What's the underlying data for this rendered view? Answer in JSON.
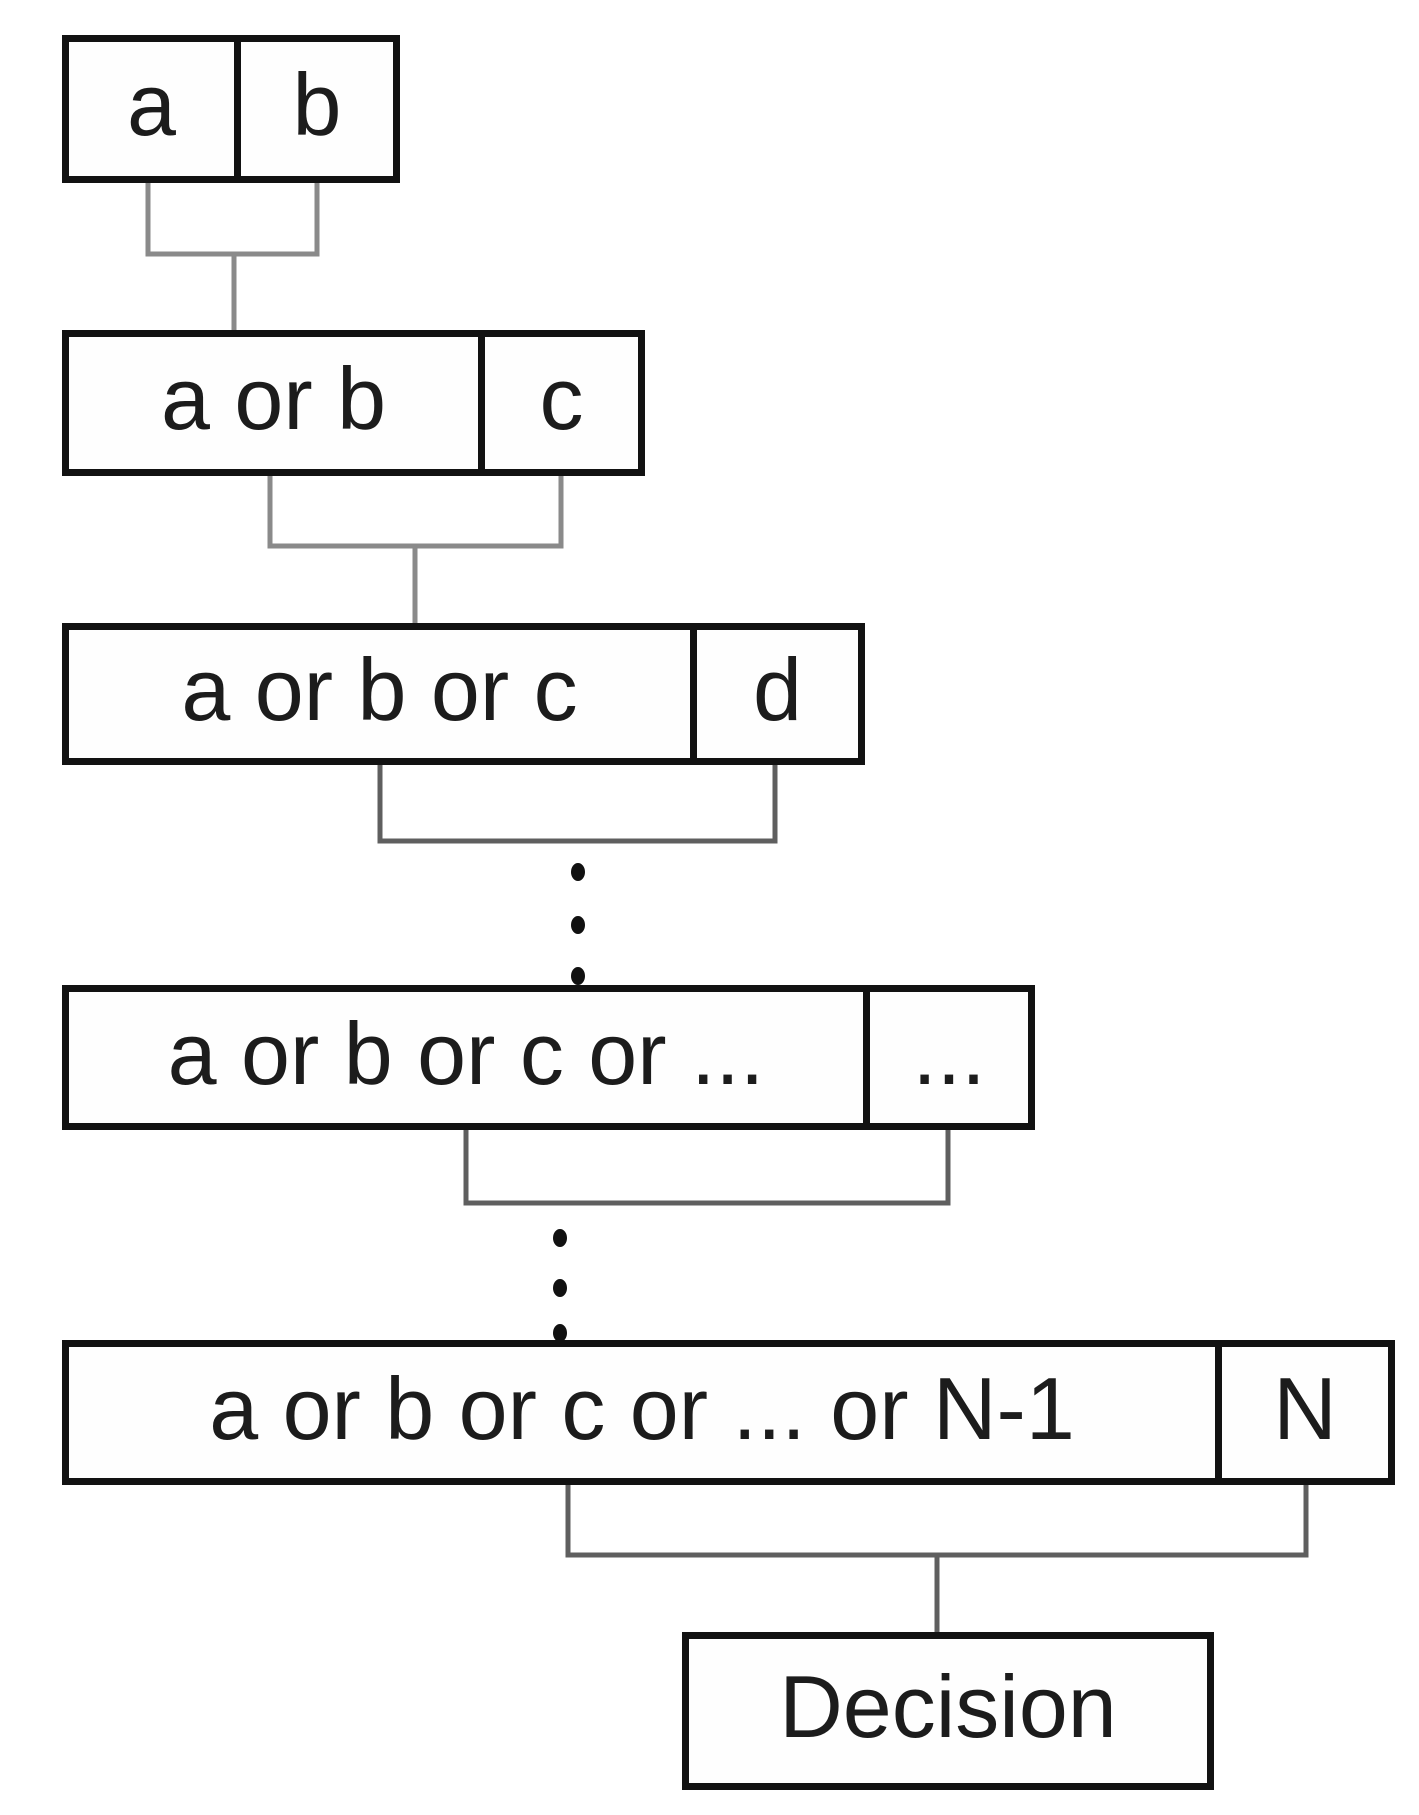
{
  "diagram": {
    "rows": [
      {
        "left": "a",
        "right": "b"
      },
      {
        "left": "a or b",
        "right": "c"
      },
      {
        "left": "a or b or c",
        "right": "d"
      },
      {
        "left": "a or b or c or ...",
        "right": "..."
      },
      {
        "left": "a or b or c or ... or N-1",
        "right": "N"
      }
    ],
    "decision": {
      "label": "Decision"
    },
    "colors": {
      "box_border": "#121212",
      "connector_light": "#8a8a8a",
      "connector_dark": "#5f5f5f",
      "text": "#1c1c1c",
      "background": "#ffffff"
    }
  }
}
